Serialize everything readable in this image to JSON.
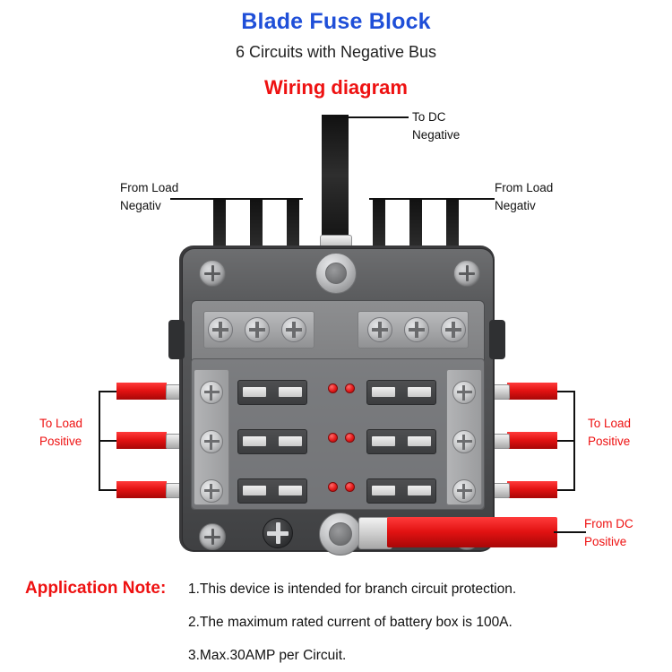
{
  "header": {
    "title": "Blade Fuse Block",
    "subtitle": "6 Circuits with Negative Bus",
    "wiring_label": "Wiring diagram",
    "title_color": "#1f4fd8",
    "wiring_color": "#ee1111"
  },
  "callouts": {
    "to_dc_negative": "To DC\nNegative",
    "from_load_negative_left": "From Load\nNegativ",
    "from_load_negative_right": "From Load\nNegativ",
    "to_load_positive_left": "To Load\nPositive",
    "to_load_positive_right": "To Load\nPositive",
    "from_dc_positive": "From DC\nPositive",
    "red_color": "#ee1111",
    "black_color": "#111111"
  },
  "footer": {
    "label": "Application Note:",
    "lines": [
      "1.This device is intended for branch circuit protection.",
      "2.The maximum rated current of battery box is 100A.",
      "3.Max.30AMP per Circuit."
    ]
  },
  "device": {
    "name": "blade-fuse-block",
    "circuits": 6,
    "body_color": "#4e4f51",
    "fuse_color": "#3c3d3f",
    "led_color": "#e41b1b",
    "wire_red": "#e21212",
    "wire_black": "#1b1b1b"
  }
}
